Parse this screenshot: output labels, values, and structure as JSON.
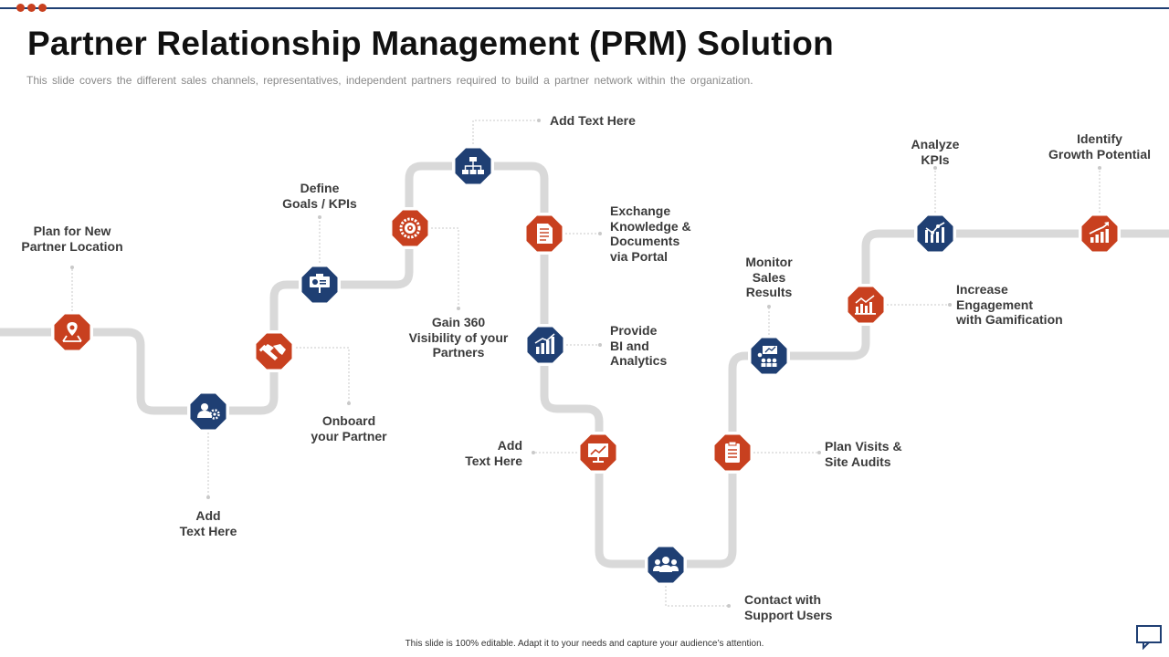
{
  "title": "Partner Relationship Management (PRM) Solution",
  "subtitle": "This slide covers the different sales channels, representatives, independent partners required to build a partner network within the organization.",
  "footer": "This slide is 100% editable. Adapt it to your needs and capture your audience’s attention.",
  "colors": {
    "accent_orange": "#c8401f",
    "accent_blue": "#1f3f73",
    "path_gray": "#d9d9d9"
  },
  "steps": [
    {
      "label_lines": [
        "Plan for New",
        "Partner Location"
      ],
      "icon": "location-pin-icon",
      "color": "orange"
    },
    {
      "label_lines": [
        "Add",
        "Text Here"
      ],
      "icon": "team-settings-icon",
      "color": "blue"
    },
    {
      "label_lines": [
        "Onboard",
        "your Partner"
      ],
      "icon": "handshake-icon",
      "color": "orange"
    },
    {
      "label_lines": [
        "Define",
        "Goals / KPIs"
      ],
      "icon": "presentation-board-icon",
      "color": "blue"
    },
    {
      "label_lines": [
        "Gain 360",
        "Visibility of your",
        "Partners"
      ],
      "icon": "target-gear-icon",
      "color": "orange"
    },
    {
      "label_lines": [
        "Add Text Here"
      ],
      "icon": "hierarchy-icon",
      "color": "blue"
    },
    {
      "label_lines": [
        "Exchange",
        "Knowledge &",
        "Documents",
        "via Portal"
      ],
      "icon": "document-icon",
      "color": "orange"
    },
    {
      "label_lines": [
        "Provide",
        "BI and",
        "Analytics"
      ],
      "icon": "bar-chart-icon",
      "color": "blue"
    },
    {
      "label_lines": [
        "Add",
        "Text Here"
      ],
      "icon": "presentation-chart-icon",
      "color": "orange"
    },
    {
      "label_lines": [
        "Contact with",
        "Support Users"
      ],
      "icon": "users-group-icon",
      "color": "blue"
    },
    {
      "label_lines": [
        "Plan Visits &",
        "Site Audits"
      ],
      "icon": "clipboard-icon",
      "color": "orange"
    },
    {
      "label_lines": [
        "Monitor",
        "Sales",
        "Results"
      ],
      "icon": "sales-meeting-icon",
      "color": "blue"
    },
    {
      "label_lines": [
        "Increase",
        "Engagement",
        "with Gamification"
      ],
      "icon": "growth-bars-icon",
      "color": "orange"
    },
    {
      "label_lines": [
        "Analyze",
        "KPIs"
      ],
      "icon": "kpi-analysis-icon",
      "color": "blue"
    },
    {
      "label_lines": [
        "Identify",
        "Growth Potential"
      ],
      "icon": "growth-chart-icon",
      "color": "orange"
    }
  ]
}
